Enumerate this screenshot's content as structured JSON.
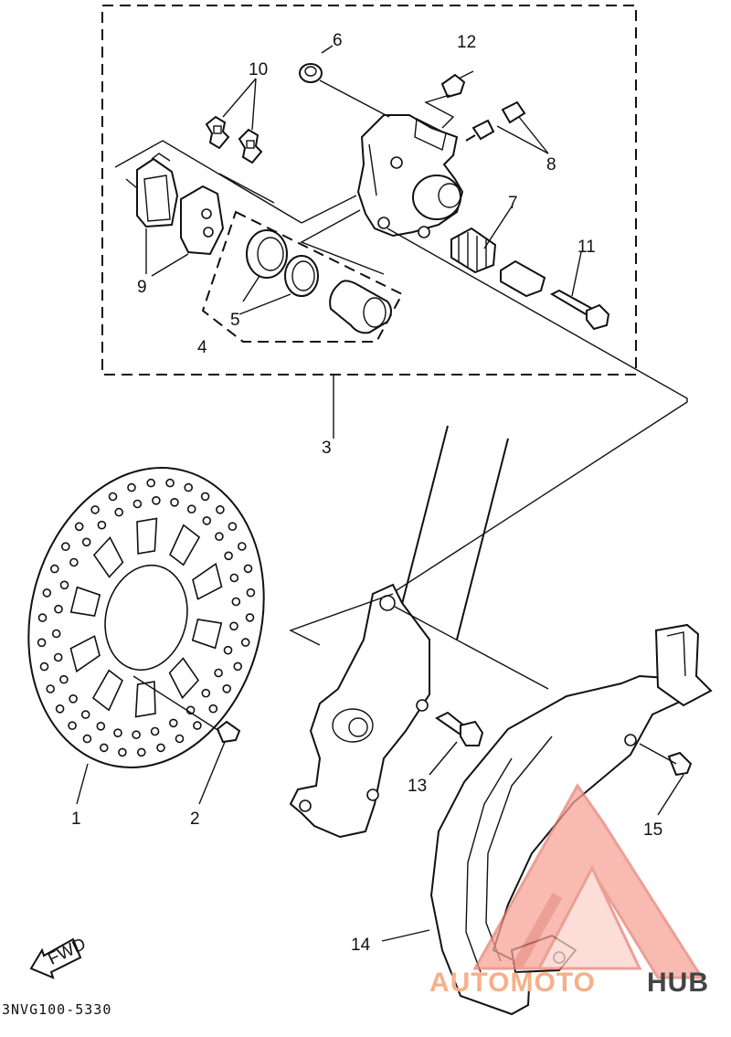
{
  "diagram": {
    "part_numbers": {
      "n1": "1",
      "n2": "2",
      "n3": "3",
      "n4": "4",
      "n5": "5",
      "n6": "6",
      "n7": "7",
      "n8": "8",
      "n9": "9",
      "n10": "10",
      "n11": "11",
      "n12": "12",
      "n13": "13",
      "n14": "14",
      "n15": "15"
    },
    "direction_label": "FWD",
    "drawing_code": "3NVG100-5330"
  },
  "watermark": {
    "text_colored": "AUTOMOTO",
    "text_dark": "HUB",
    "color": "#f28b7a"
  }
}
